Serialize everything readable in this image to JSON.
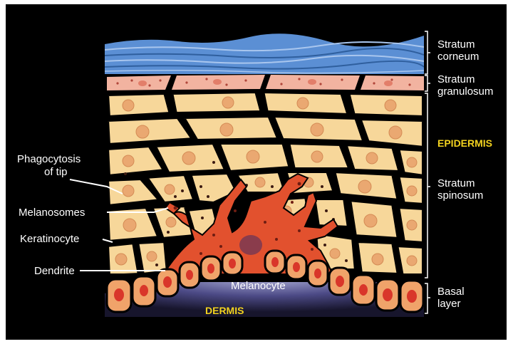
{
  "labels": {
    "stratum_corneum": [
      "Stratum",
      "corneum"
    ],
    "stratum_granulosum": [
      "Stratum",
      "granulosum"
    ],
    "epidermis": "EPIDERMIS",
    "stratum_spinosum": [
      "Stratum",
      "spinosum"
    ],
    "basal_layer": [
      "Basal",
      "layer"
    ],
    "phagocytosis": [
      "Phagocytosis",
      "of tip"
    ],
    "melanosomes": "Melanosomes",
    "keratinocyte": "Keratinocyte",
    "dendrite": "Dendrite",
    "melanocyte": "Melanocyte",
    "dermis": "DERMIS"
  },
  "colors": {
    "background": "#000000",
    "label_text": "#ffffff",
    "highlight_text": "#f2d21f",
    "corneum": "#5b8fd4",
    "granulosum": "#f2b3a0",
    "keratinocyte_fill": "#f7d79a",
    "nucleus": "#eaa871",
    "melanocyte": "#e2512e",
    "basal_cell": "#f0a36a",
    "basal_nucleus": "#d9362a",
    "dermis": "#3a3566"
  }
}
